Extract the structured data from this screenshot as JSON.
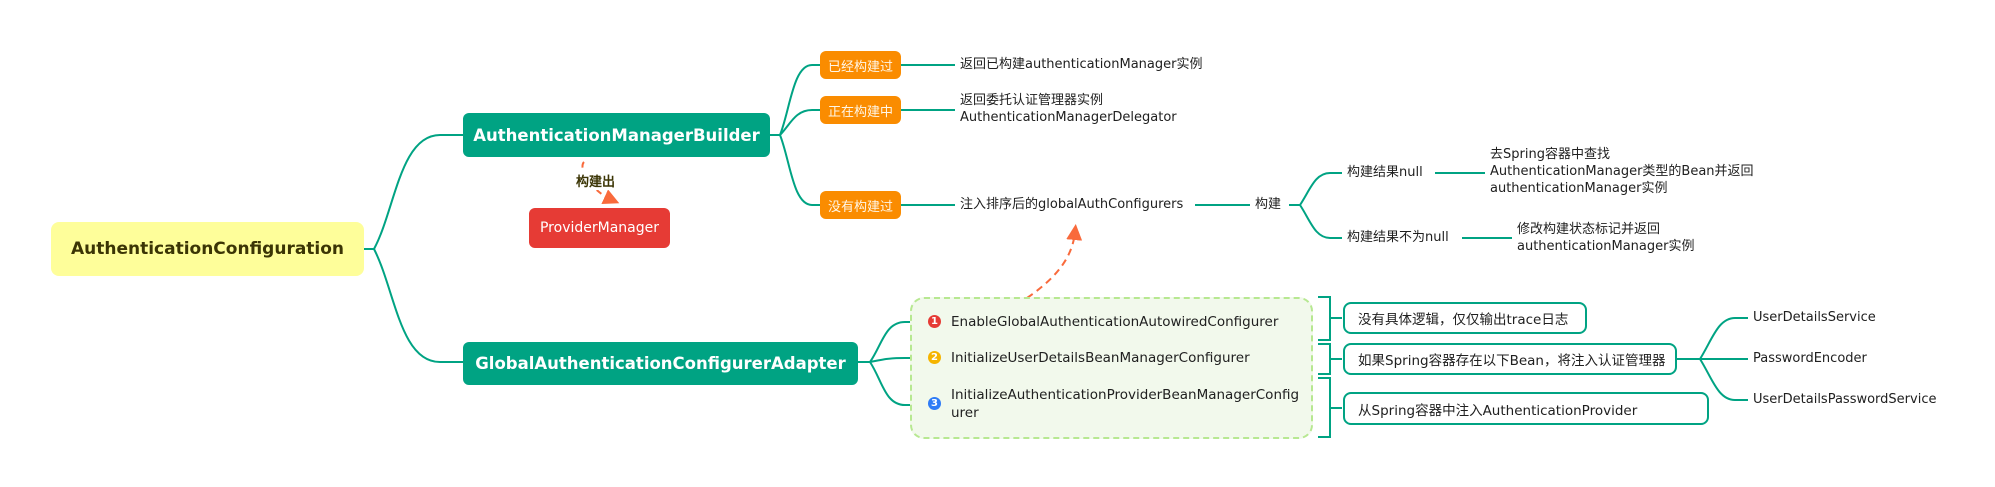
{
  "colors": {
    "root": "#fefe9a",
    "main_node": "#00a383",
    "branch_line": "#00a383",
    "product_node": "#e63b35",
    "state_node": "#fa8c00",
    "group_border": "#b7e891",
    "group_fill": "#f2f9ec",
    "dashed_arrow": "#f96a3c",
    "num1": "#e63b35",
    "num2": "#f5b400",
    "num3": "#2f7cf6"
  },
  "root": {
    "label": "AuthenticationConfiguration"
  },
  "builder": {
    "label": "AuthenticationManagerBuilder",
    "relation_label": "构建出",
    "product": "ProviderManager",
    "states": [
      {
        "label": "已经构建过",
        "result_lines": [
          "返回已构建authenticationManager实例"
        ]
      },
      {
        "label": "正在构建中",
        "result_lines": [
          "返回委托认证管理器实例",
          "AuthenticationManagerDelegator"
        ]
      },
      {
        "label": "没有构建过",
        "result_lines": [
          "注入排序后的globalAuthConfigurers"
        ]
      }
    ],
    "build": {
      "label": "构建",
      "outcomes": [
        {
          "label": "构建结果null",
          "result_lines": [
            "去Spring容器中查找",
            "AuthenticationManager类型的Bean并返回",
            "authenticationManager实例"
          ]
        },
        {
          "label": "构建结果不为null",
          "result_lines": [
            "修改构建状态标记并返回",
            "authenticationManager实例"
          ]
        }
      ]
    }
  },
  "adapter": {
    "label": "GlobalAuthenticationConfigurerAdapter",
    "configurers": [
      {
        "number": "1",
        "label": "EnableGlobalAuthenticationAutowiredConfigurer",
        "note": "没有具体逻辑，仅仅输出trace日志"
      },
      {
        "number": "2",
        "label": "InitializeUserDetailsBeanManagerConfigurer",
        "note": "如果Spring容器存在以下Bean，将注入认证管理器"
      },
      {
        "number": "3",
        "label_lines": [
          "InitializeAuthenticationProviderBeanManagerConfig",
          "urer"
        ],
        "note": "从Spring容器中注入AuthenticationProvider"
      }
    ],
    "beans": [
      "UserDetailsService",
      "PasswordEncoder",
      "UserDetailsPasswordService"
    ]
  }
}
